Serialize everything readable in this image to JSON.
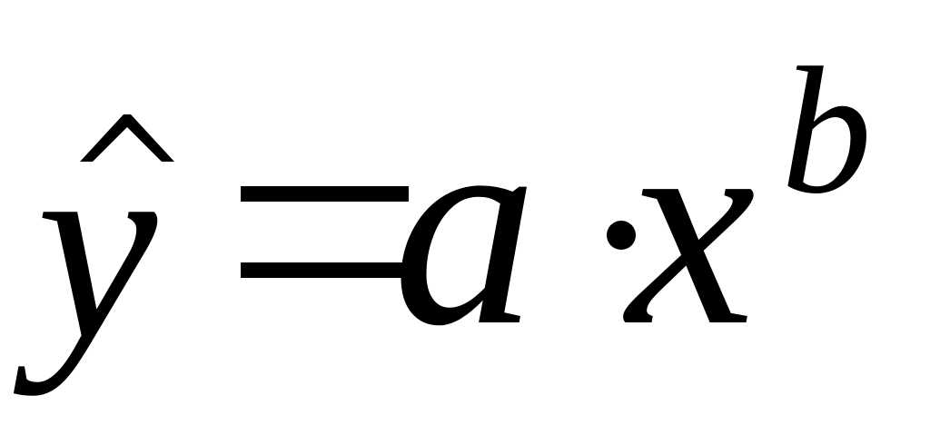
{
  "formula": {
    "lhs": "y",
    "lhs_accent": "hat",
    "relation": "=",
    "coefficient": "a",
    "operator": "·",
    "base": "x",
    "exponent": "b"
  }
}
